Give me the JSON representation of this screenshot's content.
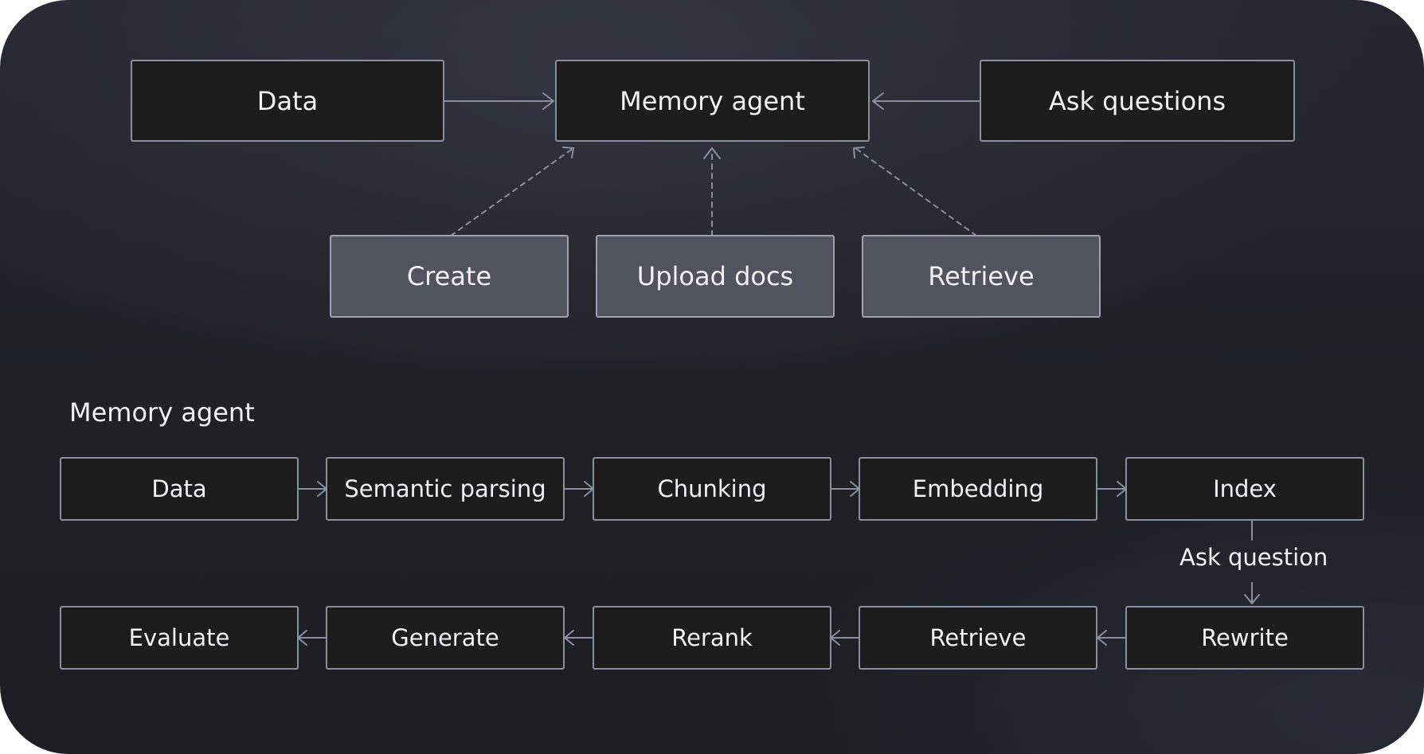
{
  "top_flow": {
    "data": "Data",
    "memory_agent": "Memory agent",
    "ask_questions": "Ask questions",
    "create": "Create",
    "upload_docs": "Upload docs",
    "retrieve": "Retrieve"
  },
  "pipeline": {
    "title": "Memory agent",
    "row1": [
      "Data",
      "Semantic parsing",
      "Chunking",
      "Embedding",
      "Index"
    ],
    "transition_label": "Ask question",
    "row2": [
      "Evaluate",
      "Generate",
      "Rerank",
      "Retrieve",
      "Rewrite"
    ]
  },
  "colors": {
    "node_fill": "#1c1c1d",
    "muted_node_fill": "#50545f",
    "border": "#8a8fa0",
    "text": "#f2f2f4"
  }
}
